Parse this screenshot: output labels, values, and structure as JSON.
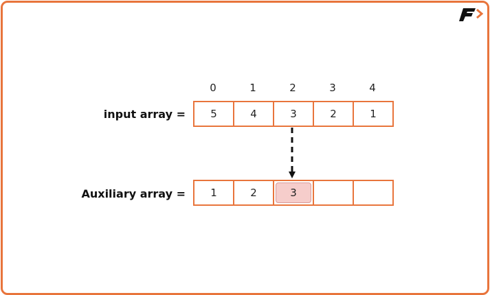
{
  "logo_text": "F",
  "indices": [
    "0",
    "1",
    "2",
    "3",
    "4"
  ],
  "input_array": {
    "label": "input array =",
    "values": [
      "5",
      "4",
      "3",
      "2",
      "1"
    ]
  },
  "auxiliary_array": {
    "label": "Auxiliary array =",
    "values": [
      "1",
      "2",
      "3",
      "",
      ""
    ],
    "highlighted_index": 2
  },
  "colors": {
    "border": "#E8743B",
    "highlight": "#F6CDCB"
  }
}
